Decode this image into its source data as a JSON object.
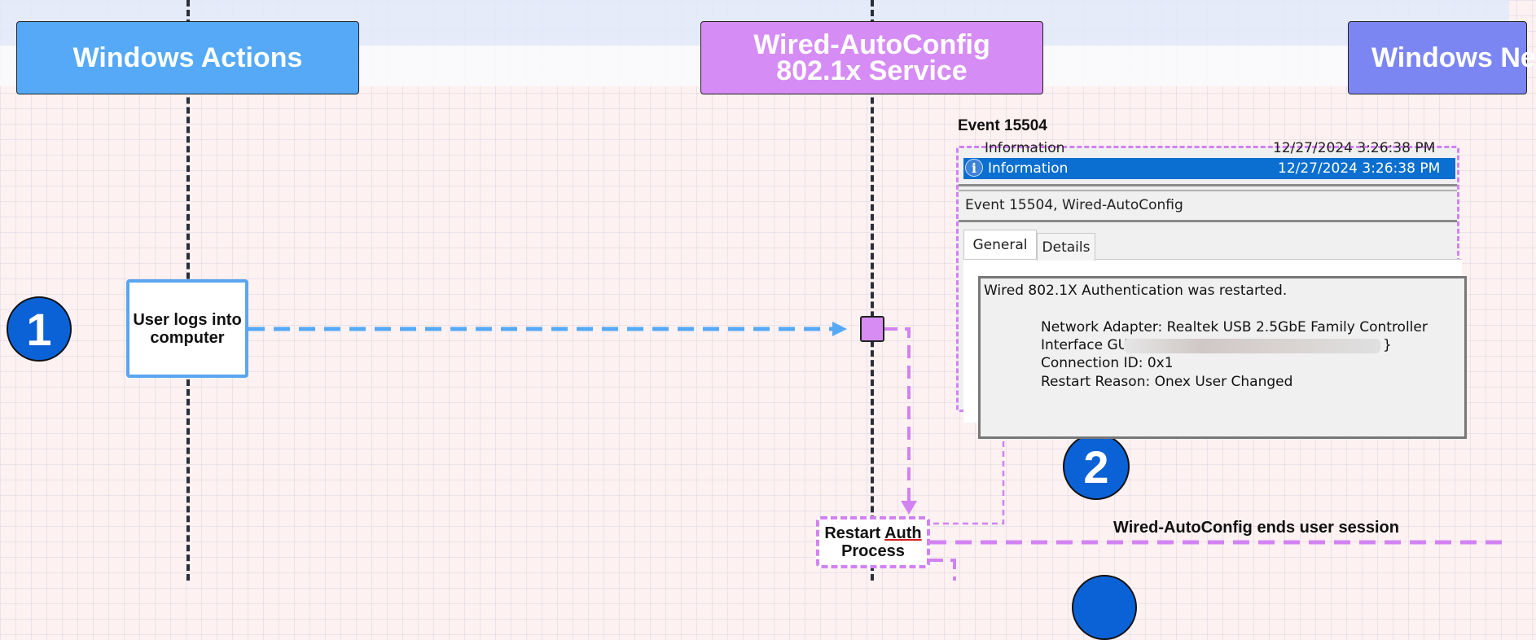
{
  "lanes": [
    {
      "title_line1": "Windows Actions",
      "title_line2": "",
      "color": "#55a9f7"
    },
    {
      "title_line1": "Wired-AutoConfig",
      "title_line2": "802.1x Service",
      "color": "#d68cf5"
    },
    {
      "title_line1": "Windows Ne",
      "title_line2": "",
      "color": "#7c86f3"
    }
  ],
  "steps": [
    {
      "number": "1"
    },
    {
      "number": "2"
    }
  ],
  "actions": {
    "user_login_line1": "User logs into",
    "user_login_line2": "computer",
    "restart_word1": "Restart",
    "restart_word2": "Auth",
    "restart_word3": "Process"
  },
  "event": {
    "title": "Event 15504",
    "row_cut_level": "Information",
    "row_cut_date": "12/27/2024 3:26:38 PM",
    "row_selected_level": "Information",
    "row_selected_date": "12/27/2024 3:26:38 PM",
    "info_glyph": "i",
    "header": "Event 15504, Wired-AutoConfig",
    "tab_general": "General",
    "tab_details": "Details",
    "message_line1": "Wired 802.1X Authentication was restarted.",
    "adapter": "Network Adapter: Realtek USB 2.5GbE Family Controller",
    "guid_label": "Interface GUID: {",
    "guid_close": "}",
    "connection": "Connection ID: 0x1",
    "reason": "Restart Reason: Onex User Changed"
  },
  "messages": {
    "ends_session": "Wired-AutoConfig ends user session"
  },
  "colors": {
    "windows_blue": "#55a9f7",
    "wired_purple": "#d282f2",
    "step_blue": "#0b62d6",
    "selection_blue": "#0a6fd0"
  }
}
